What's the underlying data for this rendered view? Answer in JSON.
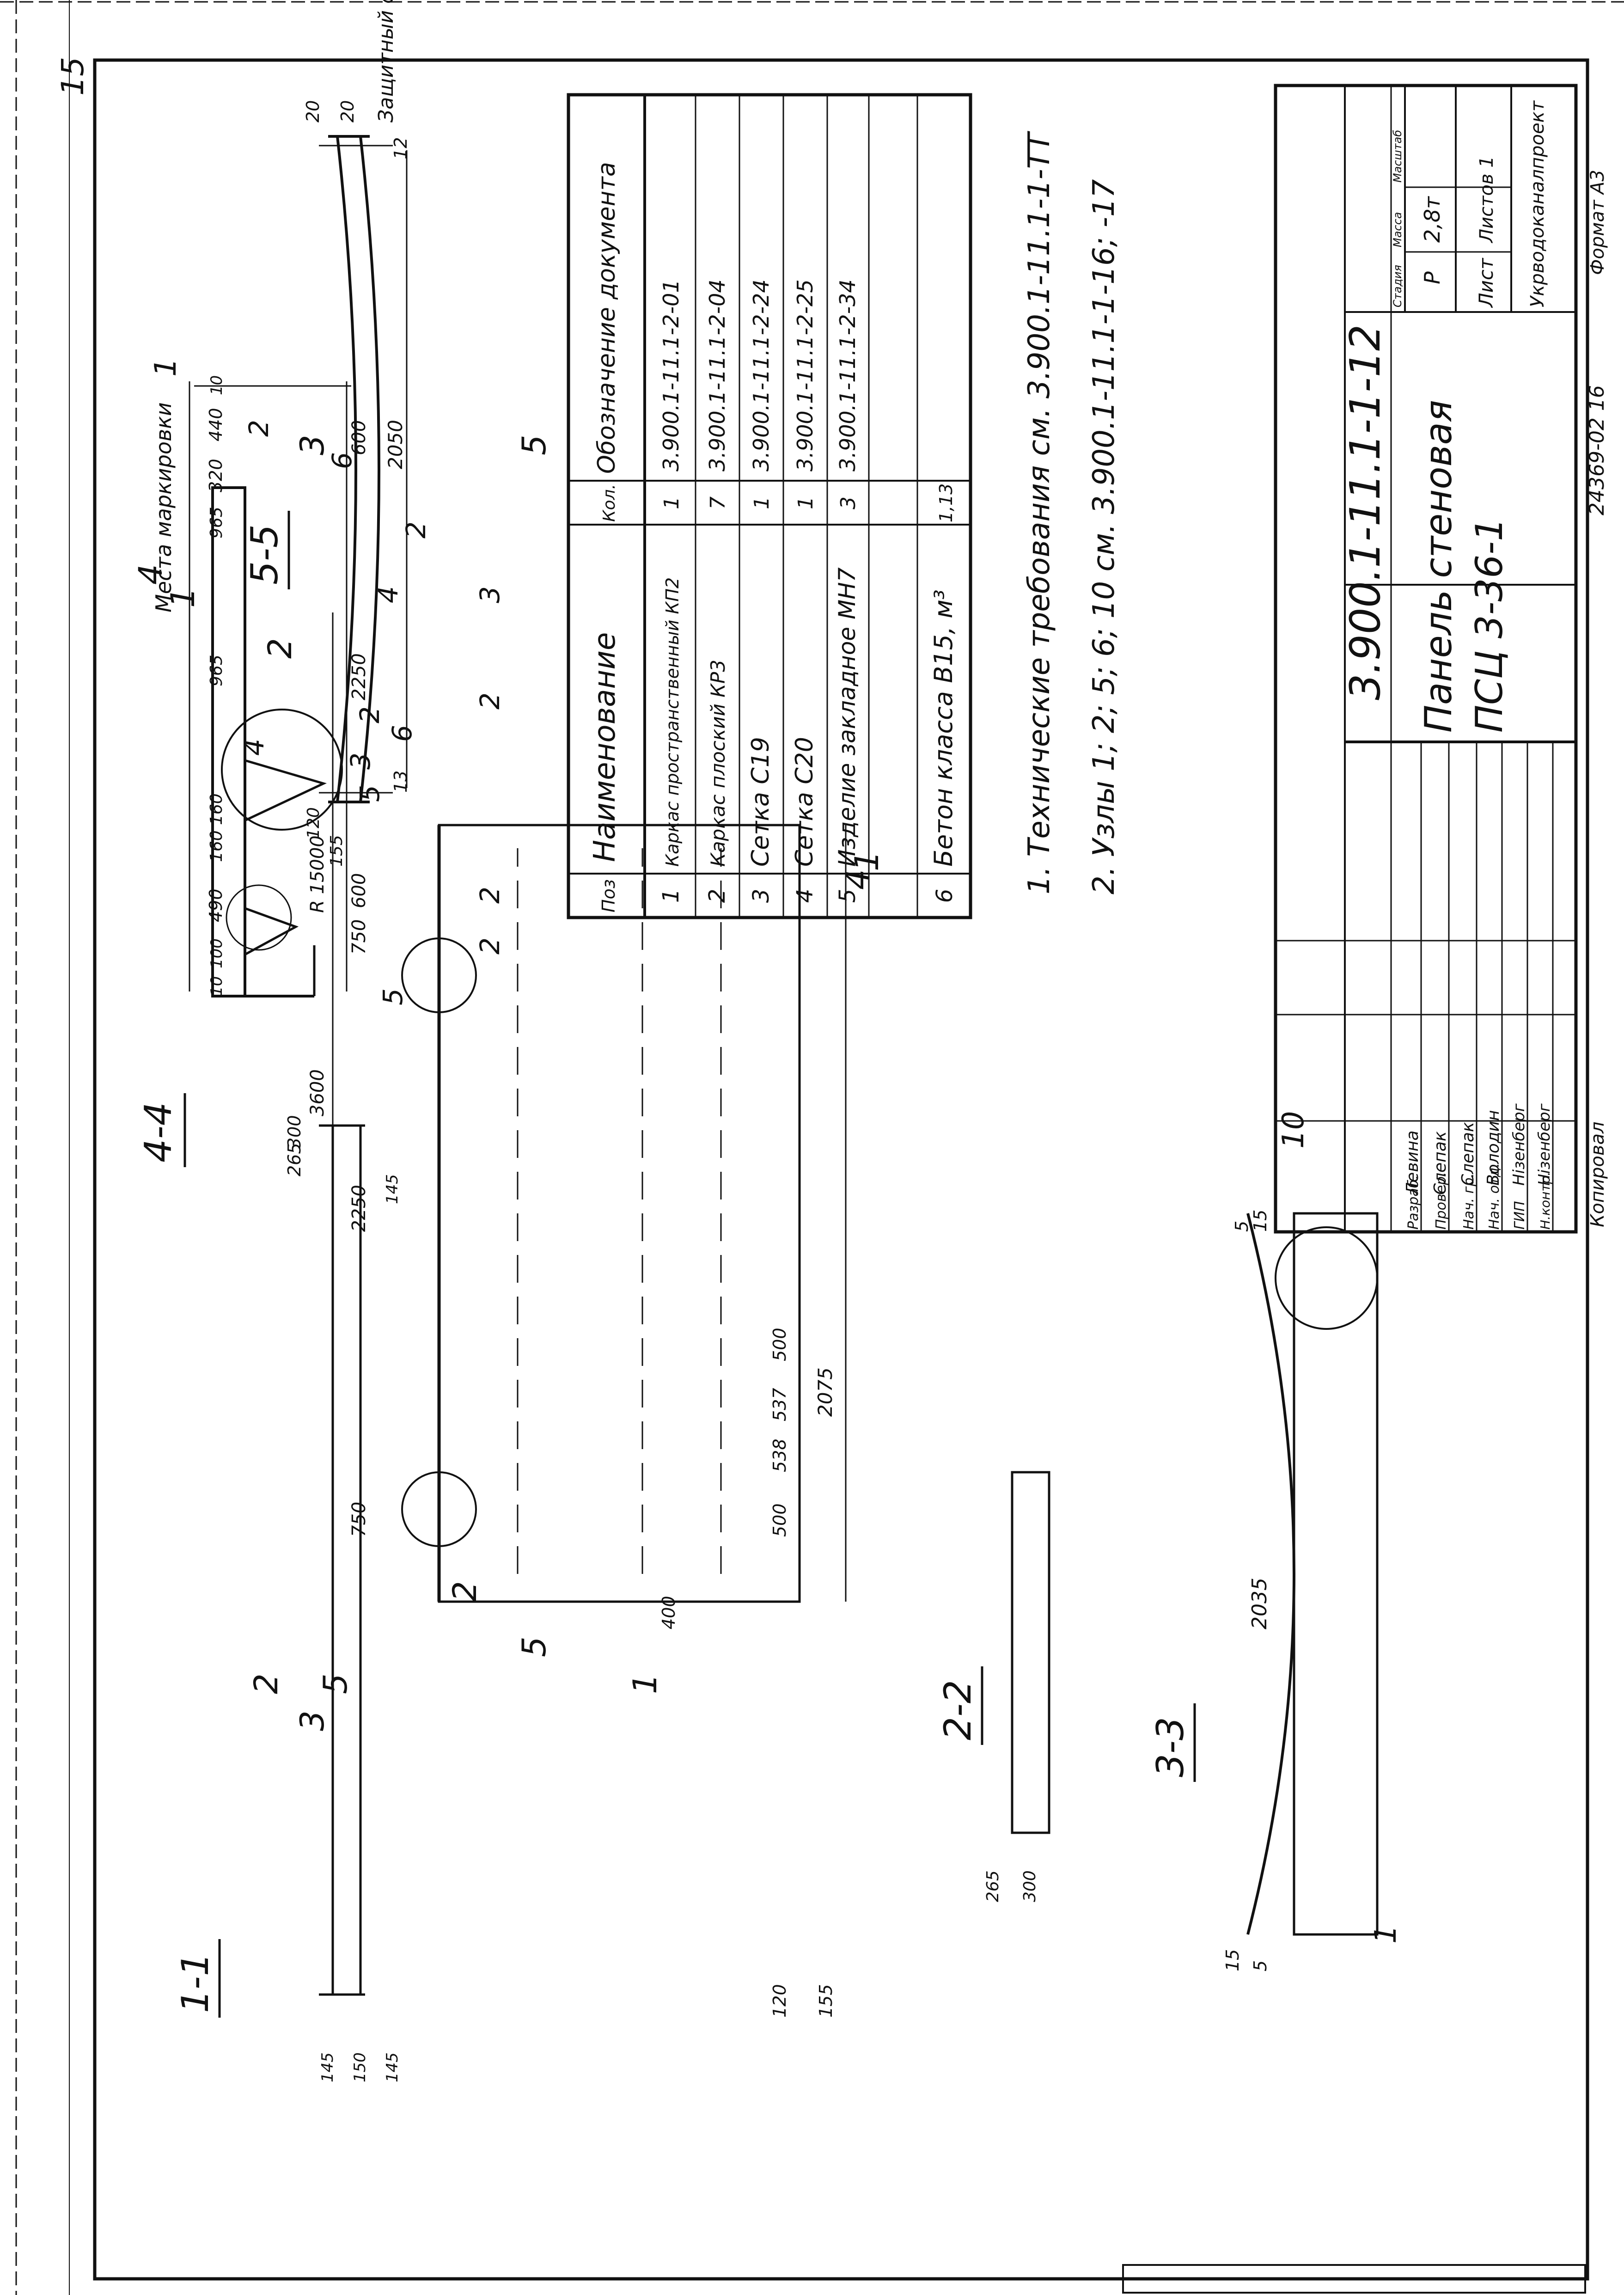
{
  "sheet_number": "15",
  "spec_table": {
    "headers": {
      "pos": "Поз",
      "name": "Наименование",
      "qty": "Кол.",
      "doc": "Обозначение документа"
    },
    "rows": [
      {
        "pos": "1",
        "name": "Каркас пространственный КП2",
        "qty": "1",
        "doc": "3.900.1-11.1-2-01"
      },
      {
        "pos": "2",
        "name": "Каркас плоский КР3",
        "qty": "7",
        "doc": "3.900.1-11.1-2-04"
      },
      {
        "pos": "3",
        "name": "Сетка С19",
        "qty": "1",
        "doc": "3.900.1-11.1-2-24"
      },
      {
        "pos": "4",
        "name": "Сетка С20",
        "qty": "1",
        "doc": "3.900.1-11.1-2-25"
      },
      {
        "pos": "5",
        "name": "Изделие закладное МН7",
        "qty": "3",
        "doc": "3.900.1-11.1-2-34"
      },
      {
        "pos": "6",
        "name": "Бетон класса В15, м³",
        "qty": "1,13",
        "doc": ""
      }
    ]
  },
  "notes": [
    "1. Технические требования см. 3.900.1-11.1-1-ТТ",
    "2. Узлы 1; 2; 5; 6; 10 см. 3.900.1-11.1-1-16; -17"
  ],
  "title_block": {
    "code": "3.900.1-11.1-1-12",
    "title_line1": "Панель стеновая",
    "title_line2": "ПСЦ 3-36-1",
    "stage_label": "Стадия",
    "mass_label": "Масса",
    "scale_label": "Масштаб",
    "stage": "Р",
    "mass": "2,8т",
    "sheet_label": "Лист",
    "sheets_label": "Листов 1",
    "org": "Укрводоканалпроект",
    "signers": [
      {
        "role": "Разраб.",
        "name": "Левина"
      },
      {
        "role": "Провер.",
        "name": "Слепак"
      },
      {
        "role": "Нач. гр.",
        "name": "Слепак"
      },
      {
        "role": "Нач. отд.",
        "name": "Володин"
      },
      {
        "role": "ГИП",
        "name": "Нізенберг"
      },
      {
        "role": "Н.контр.",
        "name": "Нізенберг"
      }
    ]
  },
  "footer": {
    "doc_number": "24369-02 16",
    "copied": "Копировал",
    "format": "Формат А3"
  },
  "views": {
    "section_1_1": {
      "label": "1-1",
      "dims": [
        "300",
        "265",
        "145",
        "120",
        "155",
        "145",
        "150",
        "145"
      ]
    },
    "plan": {
      "dims_vertical": [
        "3600",
        "600",
        "2250",
        "750"
      ],
      "dims_bottom": [
        "500",
        "538",
        "537",
        "500",
        "2075"
      ],
      "dim_400": "400",
      "leader_nums": [
        "2",
        "1",
        "5"
      ],
      "cut_marks": [
        "1",
        "1",
        "2",
        "2",
        "3",
        "3",
        "4",
        "4",
        "5",
        "5"
      ]
    },
    "section_2_2": {
      "label": "2-2",
      "dims": [
        "265",
        "300"
      ]
    },
    "section_3_3": {
      "label": "3-3",
      "dims": [
        "2035",
        "15",
        "5",
        "5",
        "15"
      ],
      "leaders": [
        "10",
        "1"
      ]
    },
    "section_4_4": {
      "label": "4-4",
      "top_note": "Места маркировки",
      "dims_right": [
        "600",
        "2250",
        "750"
      ],
      "dims_left": [
        "10",
        "440",
        "320",
        "965",
        "965",
        "160",
        "160",
        "490",
        "100",
        "10"
      ],
      "leaders": [
        "1",
        "2",
        "6",
        "2",
        "3",
        "2",
        "2",
        "2",
        "5",
        "4",
        "6",
        "5"
      ]
    },
    "section_5_5": {
      "label": "5-5",
      "dims": [
        "20",
        "20",
        "12",
        "2050",
        "13",
        "120",
        "155",
        "R 15000"
      ],
      "note": "Защитный слой",
      "leaders": [
        "4",
        "3",
        "2"
      ]
    }
  }
}
